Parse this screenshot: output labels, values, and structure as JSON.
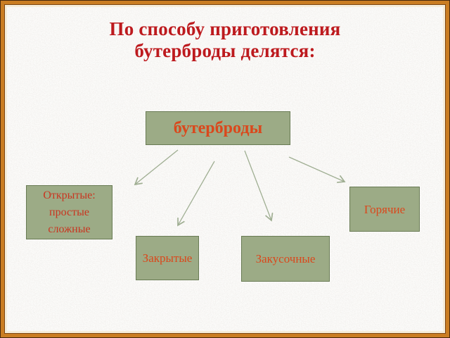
{
  "slide": {
    "title": {
      "line1": "По способу приготовления",
      "line2": "бутерброды делятся:"
    },
    "diagram": {
      "root": {
        "label": "бутерброды"
      },
      "children": [
        {
          "id": "open",
          "lines": [
            "Открытые:",
            "простые",
            "сложные"
          ]
        },
        {
          "id": "closed",
          "label": "Закрытые"
        },
        {
          "id": "snack",
          "label": "Закусочные"
        },
        {
          "id": "hot",
          "label": "Горячие"
        }
      ]
    },
    "colors": {
      "title_text": "#bd1a1e",
      "node_text": "#da481c",
      "node_text_open": "#c93520",
      "node_fill": "#9cab86",
      "node_border": "#697b54",
      "arrow": "#9fae92",
      "frame_orange": "#ca7d22",
      "frame_dark": "#46280d",
      "background": "#e8e5e1"
    }
  }
}
